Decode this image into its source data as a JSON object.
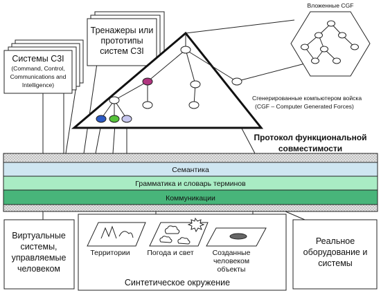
{
  "c3i": {
    "title": "Системы С3I",
    "lines": [
      "(Command, Control,",
      "Communications and",
      "Intelligence)"
    ]
  },
  "simulators": {
    "lines": [
      "Тренажеры или",
      "прототипы",
      "систем С3I"
    ]
  },
  "embedded_cgf": {
    "label": "Вложенные CGF"
  },
  "cgf": {
    "lines": [
      "Сгенерированные компьютером войска",
      "(CGF – Computer Generated Forces)"
    ]
  },
  "protocol": {
    "lines": [
      "Протокол функциональной",
      "совместимости"
    ]
  },
  "bands": {
    "semantics": "Семантика",
    "grammar": "Грамматика и словарь терминов",
    "communications": "Коммуникации"
  },
  "virtual_systems": {
    "lines": [
      "Виртуальные",
      "системы,",
      "управляемые",
      "человеком"
    ]
  },
  "environment": {
    "title": "Синтетическое окружение",
    "territory": "Территории",
    "weather": "Погода и свет",
    "objects_lines": [
      "Созданные",
      "человеком",
      "объекты"
    ]
  },
  "real_equipment": {
    "lines": [
      "Реальное",
      "оборудование и",
      "системы"
    ]
  },
  "colors": {
    "semantics_band": "#cfe6f1",
    "grammar_band": "#a9ecc4",
    "communications_band": "#48b57a",
    "hatched_band": "#d8d8d8",
    "node_magenta": "#b0357f",
    "node_blue": "#2b59c3",
    "node_green": "#55c23a",
    "node_lavender": "#c7c7ef"
  }
}
